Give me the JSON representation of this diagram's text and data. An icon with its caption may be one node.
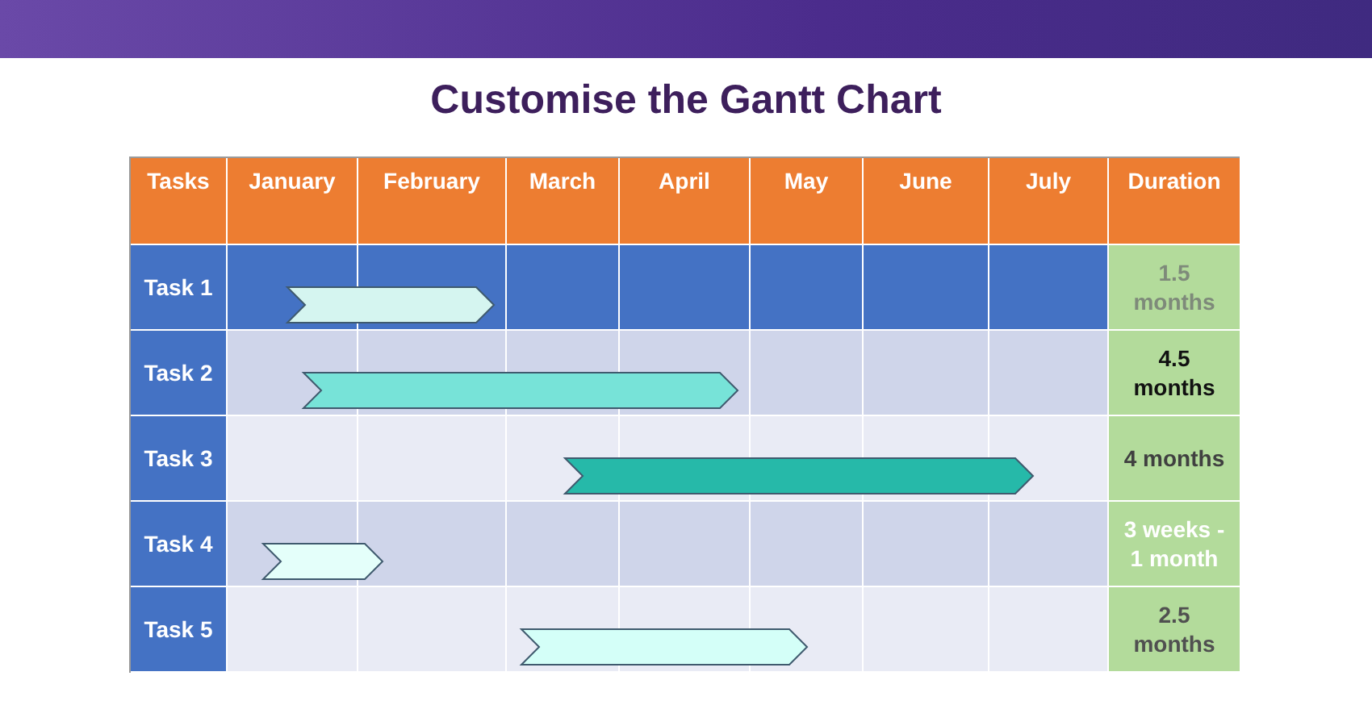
{
  "diagram": {
    "title": "Customise the Gantt Chart",
    "nodes": [
      {
        "text": [],
        "shape": "bar"
      },
      {
        "text": [],
        "shape": "bar"
      },
      {
        "text": [],
        "shape": "bar"
      },
      {
        "text": [],
        "shape": "bar"
      },
      {
        "text": [],
        "shape": "bar"
      }
    ],
    "labels": [
      "Tasks",
      "January",
      "February",
      "March",
      "April",
      "May",
      "June",
      "July",
      "Duration",
      "Task 1",
      "1.5 months",
      "Task 2",
      "4.5 months",
      "Task 3",
      "4 months",
      "Task 4",
      "3 weeks - 1 month",
      "Task 5",
      "2.5 months"
    ]
  }
}
